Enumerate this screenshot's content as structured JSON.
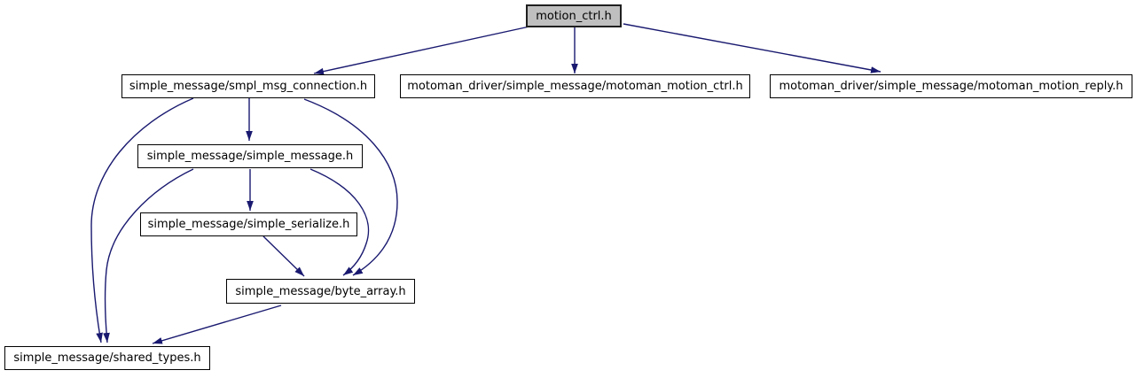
{
  "diagram": {
    "type": "include-dependency-graph",
    "root": "motion_ctrl.h",
    "colors": {
      "edge": "#191970",
      "node_border": "#000000",
      "node_fill": "#ffffff",
      "root_fill": "#bfbfbf",
      "background": "#ffffff",
      "text": "#000000"
    },
    "nodes": [
      {
        "id": "motion_ctrl",
        "label": "motion_ctrl.h"
      },
      {
        "id": "smpl_msg_connection",
        "label": "simple_message/smpl_msg_connection.h"
      },
      {
        "id": "motoman_motion_ctrl",
        "label": "motoman_driver/simple_message/motoman_motion_ctrl.h"
      },
      {
        "id": "motoman_motion_reply",
        "label": "motoman_driver/simple_message/motoman_motion_reply.h"
      },
      {
        "id": "simple_message",
        "label": "simple_message/simple_message.h"
      },
      {
        "id": "simple_serialize",
        "label": "simple_message/simple_serialize.h"
      },
      {
        "id": "byte_array",
        "label": "simple_message/byte_array.h"
      },
      {
        "id": "shared_types",
        "label": "simple_message/shared_types.h"
      }
    ],
    "edges": [
      {
        "from": "motion_ctrl.h",
        "to": "simple_message/smpl_msg_connection.h"
      },
      {
        "from": "motion_ctrl.h",
        "to": "motoman_driver/simple_message/motoman_motion_ctrl.h"
      },
      {
        "from": "motion_ctrl.h",
        "to": "motoman_driver/simple_message/motoman_motion_reply.h"
      },
      {
        "from": "simple_message/smpl_msg_connection.h",
        "to": "simple_message/simple_message.h"
      },
      {
        "from": "simple_message/smpl_msg_connection.h",
        "to": "simple_message/shared_types.h"
      },
      {
        "from": "simple_message/smpl_msg_connection.h",
        "to": "simple_message/byte_array.h"
      },
      {
        "from": "simple_message/simple_message.h",
        "to": "simple_message/simple_serialize.h"
      },
      {
        "from": "simple_message/simple_message.h",
        "to": "simple_message/shared_types.h"
      },
      {
        "from": "simple_message/simple_message.h",
        "to": "simple_message/byte_array.h"
      },
      {
        "from": "simple_message/simple_serialize.h",
        "to": "simple_message/byte_array.h"
      },
      {
        "from": "simple_message/byte_array.h",
        "to": "simple_message/shared_types.h"
      }
    ]
  }
}
